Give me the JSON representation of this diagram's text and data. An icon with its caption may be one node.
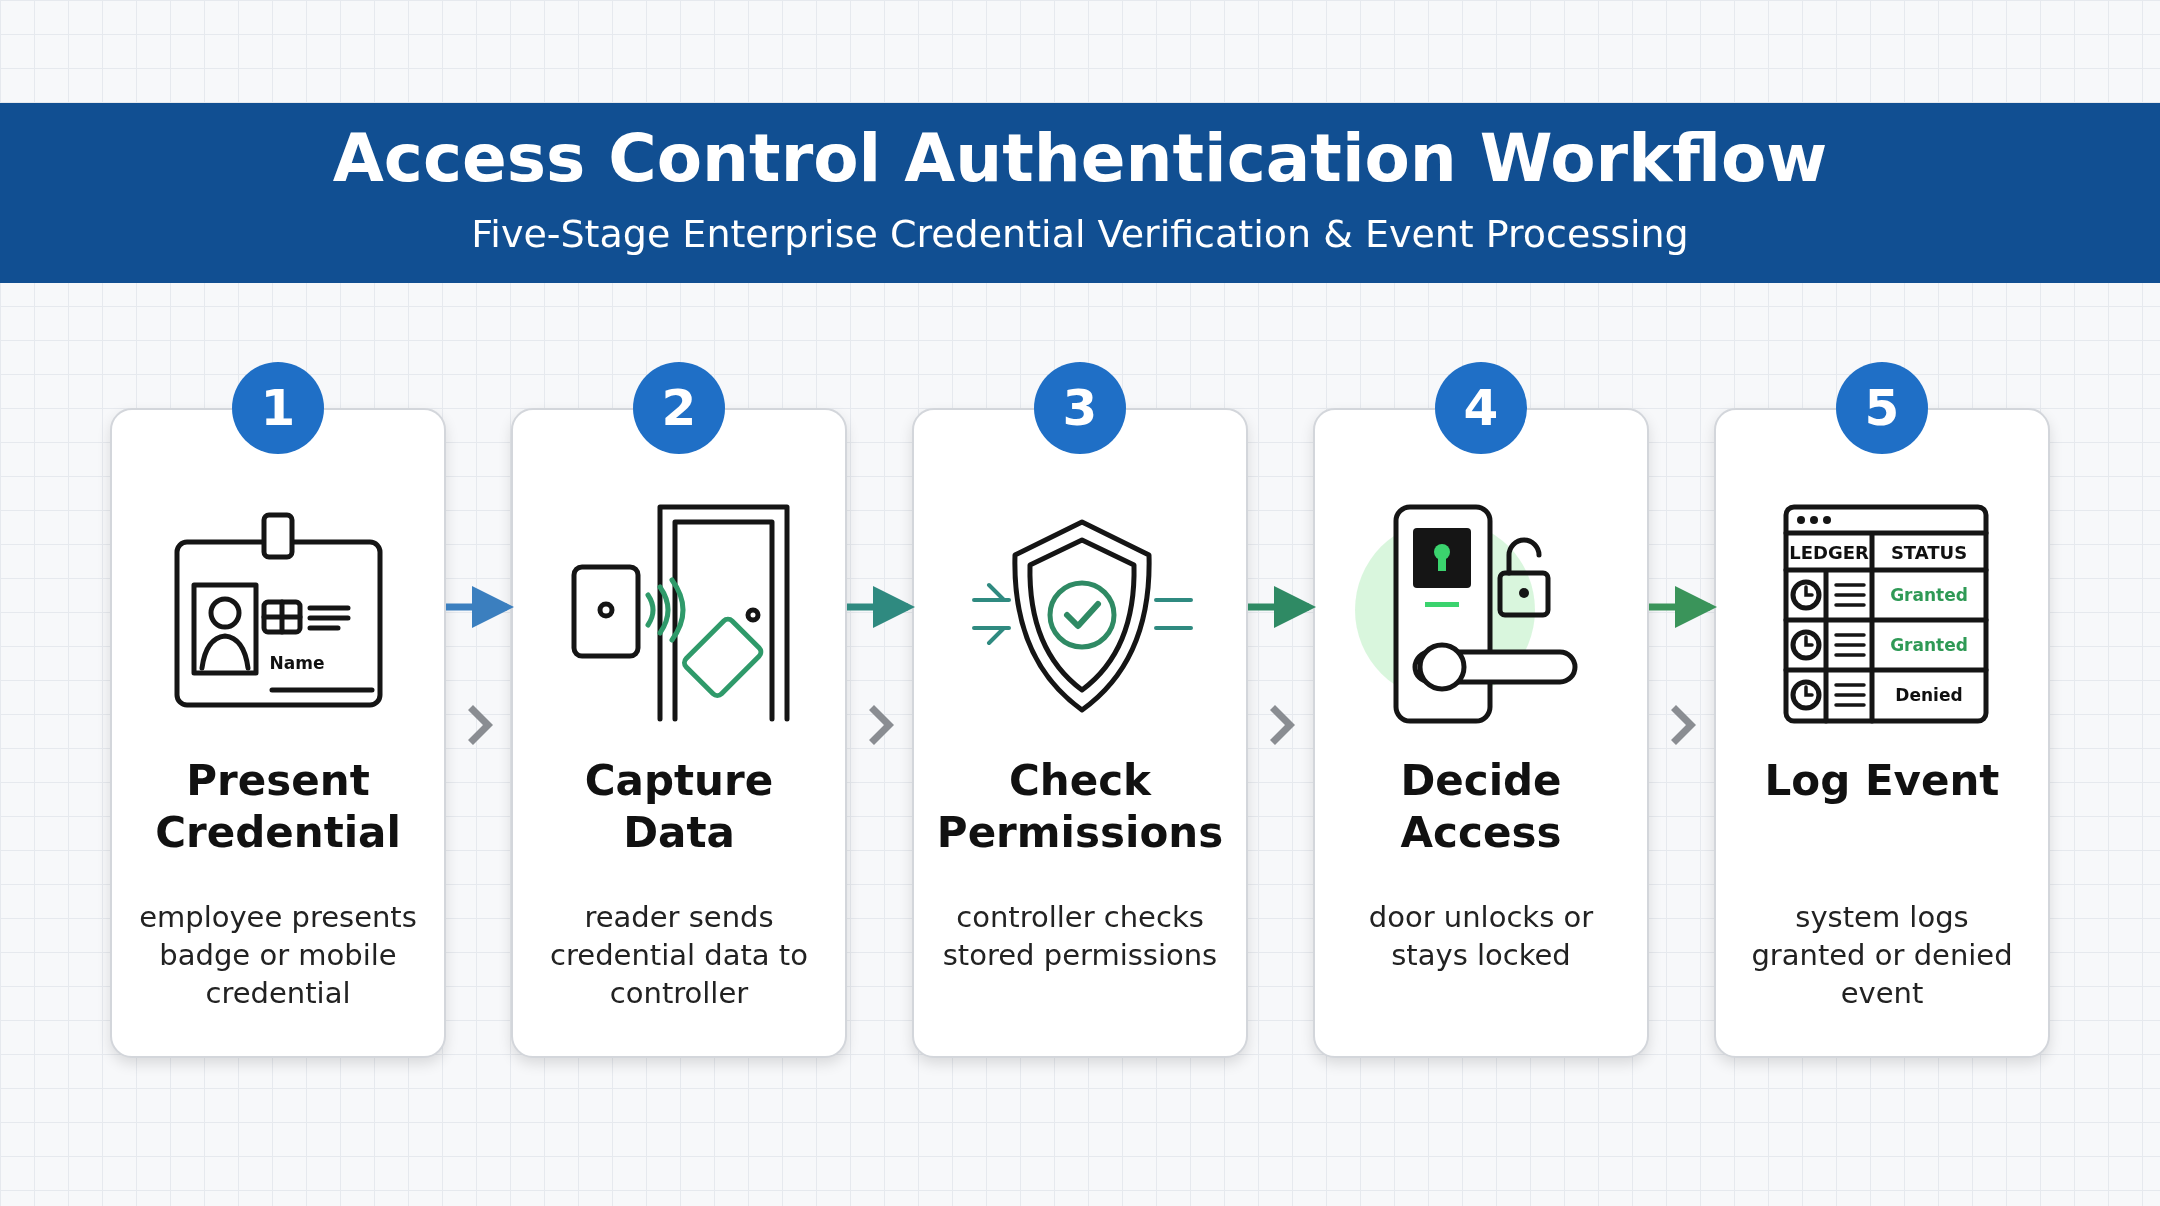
{
  "diagram": {
    "title": "Access Control Authentication Workflow",
    "nodes": [
      {
        "text": [
          "1"
        ]
      },
      {
        "text": [
          "Present Credential",
          "employee presents badge or mobile credential"
        ]
      },
      {
        "text": [
          "2"
        ]
      },
      {
        "text": [
          "Capture Data",
          "reader sends credential data to controller"
        ]
      },
      {
        "text": [
          "3"
        ]
      },
      {
        "text": [
          "Check Permissions",
          "controller checks stored permissions"
        ]
      },
      {
        "text": [
          "4"
        ]
      },
      {
        "text": [
          "Decide Access",
          "door unlocks or stays locked"
        ]
      },
      {
        "text": [
          "5"
        ]
      },
      {
        "text": [
          "Log Event",
          "system logs granted or denied event"
        ]
      }
    ],
    "edges": [
      {
        "from": 1,
        "to": 3,
        "arrow": "to",
        "color": "#3b7fbf"
      },
      {
        "from": 3,
        "to": 5,
        "arrow": "to",
        "color": "#2f8a80"
      },
      {
        "from": 5,
        "to": 7,
        "arrow": "to",
        "color": "#2f8a64"
      },
      {
        "from": 7,
        "to": 9,
        "arrow": "to",
        "color": "#3a945a"
      }
    ],
    "labels": [
      "Five-Stage Enterprise Credential Verification & Event Processing",
      "Name",
      "LEDGER",
      "STATUS",
      "Granted",
      "Granted",
      "Denied"
    ]
  }
}
